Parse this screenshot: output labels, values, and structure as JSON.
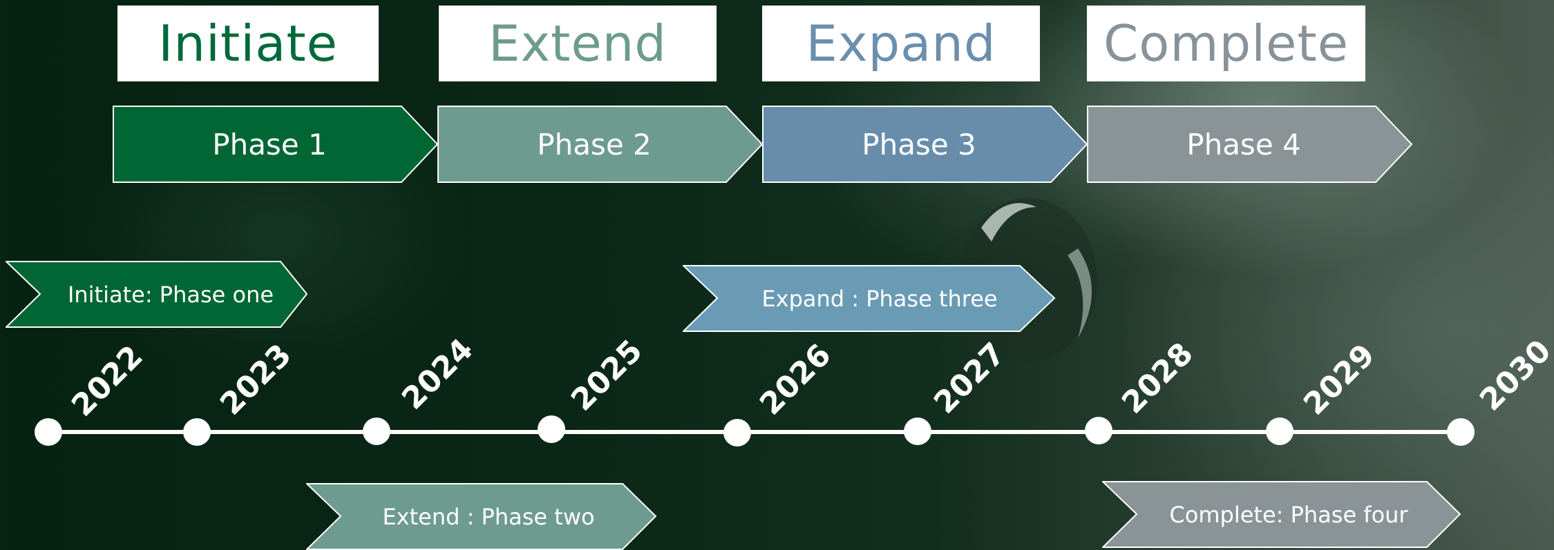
{
  "stage_titles": [
    {
      "label": "Initiate",
      "color": "#00693a"
    },
    {
      "label": "Extend",
      "color": "#6d9b8e"
    },
    {
      "label": "Expand",
      "color": "#6b8fad"
    },
    {
      "label": "Complete",
      "color": "#87939a"
    }
  ],
  "phases": [
    {
      "label": "Phase 1",
      "color": "#006633"
    },
    {
      "label": "Phase 2",
      "color": "#6e9b8f"
    },
    {
      "label": "Phase 3",
      "color": "#678daa"
    },
    {
      "label": "Phase 4",
      "color": "#8a9497"
    }
  ],
  "timeline": {
    "years": [
      "2022",
      "2023",
      "2024",
      "2025",
      "2026",
      "2027",
      "2028",
      "2029",
      "2030"
    ],
    "line_color": "#ffffff"
  },
  "milestones": [
    {
      "label": "Initiate: Phase one",
      "color": "#006633"
    },
    {
      "label": "Extend : Phase two",
      "color": "#6e9b8f"
    },
    {
      "label": "Expand : Phase three",
      "color": "#6a9bb5"
    },
    {
      "label": "Complete: Phase four",
      "color": "#8a9497"
    }
  ]
}
